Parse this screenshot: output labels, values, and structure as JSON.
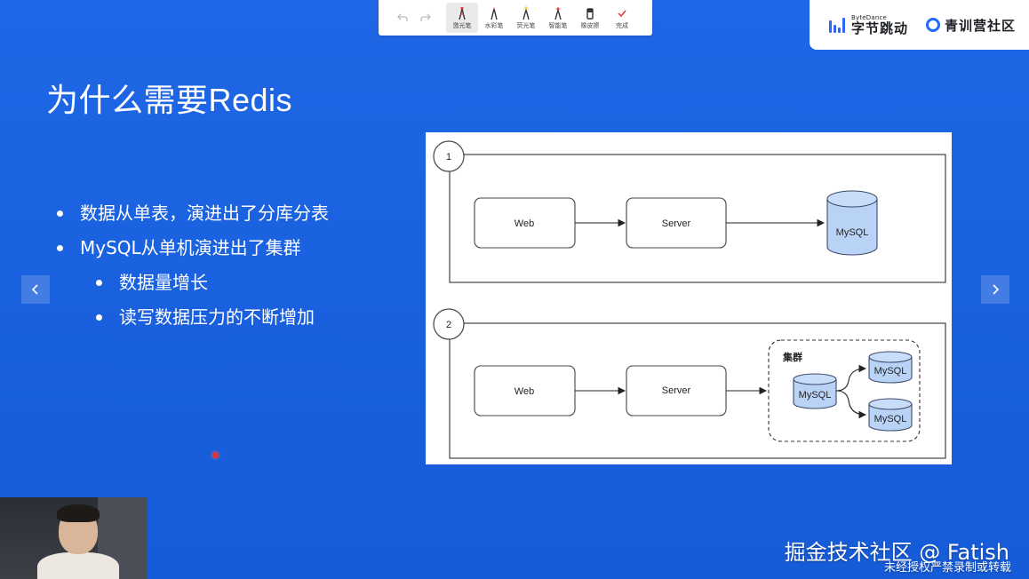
{
  "toolbar": {
    "tools": [
      {
        "label": "激光笔",
        "icon": "laser-pen-icon",
        "active": true
      },
      {
        "label": "水彩笔",
        "icon": "watercolor-pen-icon",
        "active": false
      },
      {
        "label": "荧光笔",
        "icon": "highlighter-icon",
        "active": false
      },
      {
        "label": "智能笔",
        "icon": "smart-pen-icon",
        "active": false
      },
      {
        "label": "橡皮擦",
        "icon": "eraser-icon",
        "active": false
      },
      {
        "label": "完成",
        "icon": "check-icon",
        "active": false
      }
    ]
  },
  "brand": {
    "bytedance_small": "ByteDance",
    "bytedance_name": "字节跳动",
    "community_name": "青训营社区"
  },
  "slide": {
    "title": "为什么需要Redis",
    "bullets": [
      "数据从单表，演进出了分库分表",
      "MySQL从单机演进出了集群"
    ],
    "sub_bullets": [
      "数据量增长",
      "读写数据压力的不断增加"
    ]
  },
  "diagram": {
    "panel1": {
      "number": "1",
      "web": "Web",
      "server": "Server",
      "db": "MySQL"
    },
    "panel2": {
      "number": "2",
      "web": "Web",
      "server": "Server",
      "cluster_label": "集群",
      "primary": "MySQL",
      "replica1": "MySQL",
      "replica2": "MySQL"
    }
  },
  "watermark": {
    "main": "掘金技术社区 @ Fatish",
    "sub": "未经授权严禁录制或转载"
  },
  "colors": {
    "slide_bg": "#1a61df",
    "brand_blue": "#2f66f6",
    "db_fill": "#b9d3f7",
    "db_stroke": "#3d4a6b",
    "laser_dot": "#e0343b"
  }
}
